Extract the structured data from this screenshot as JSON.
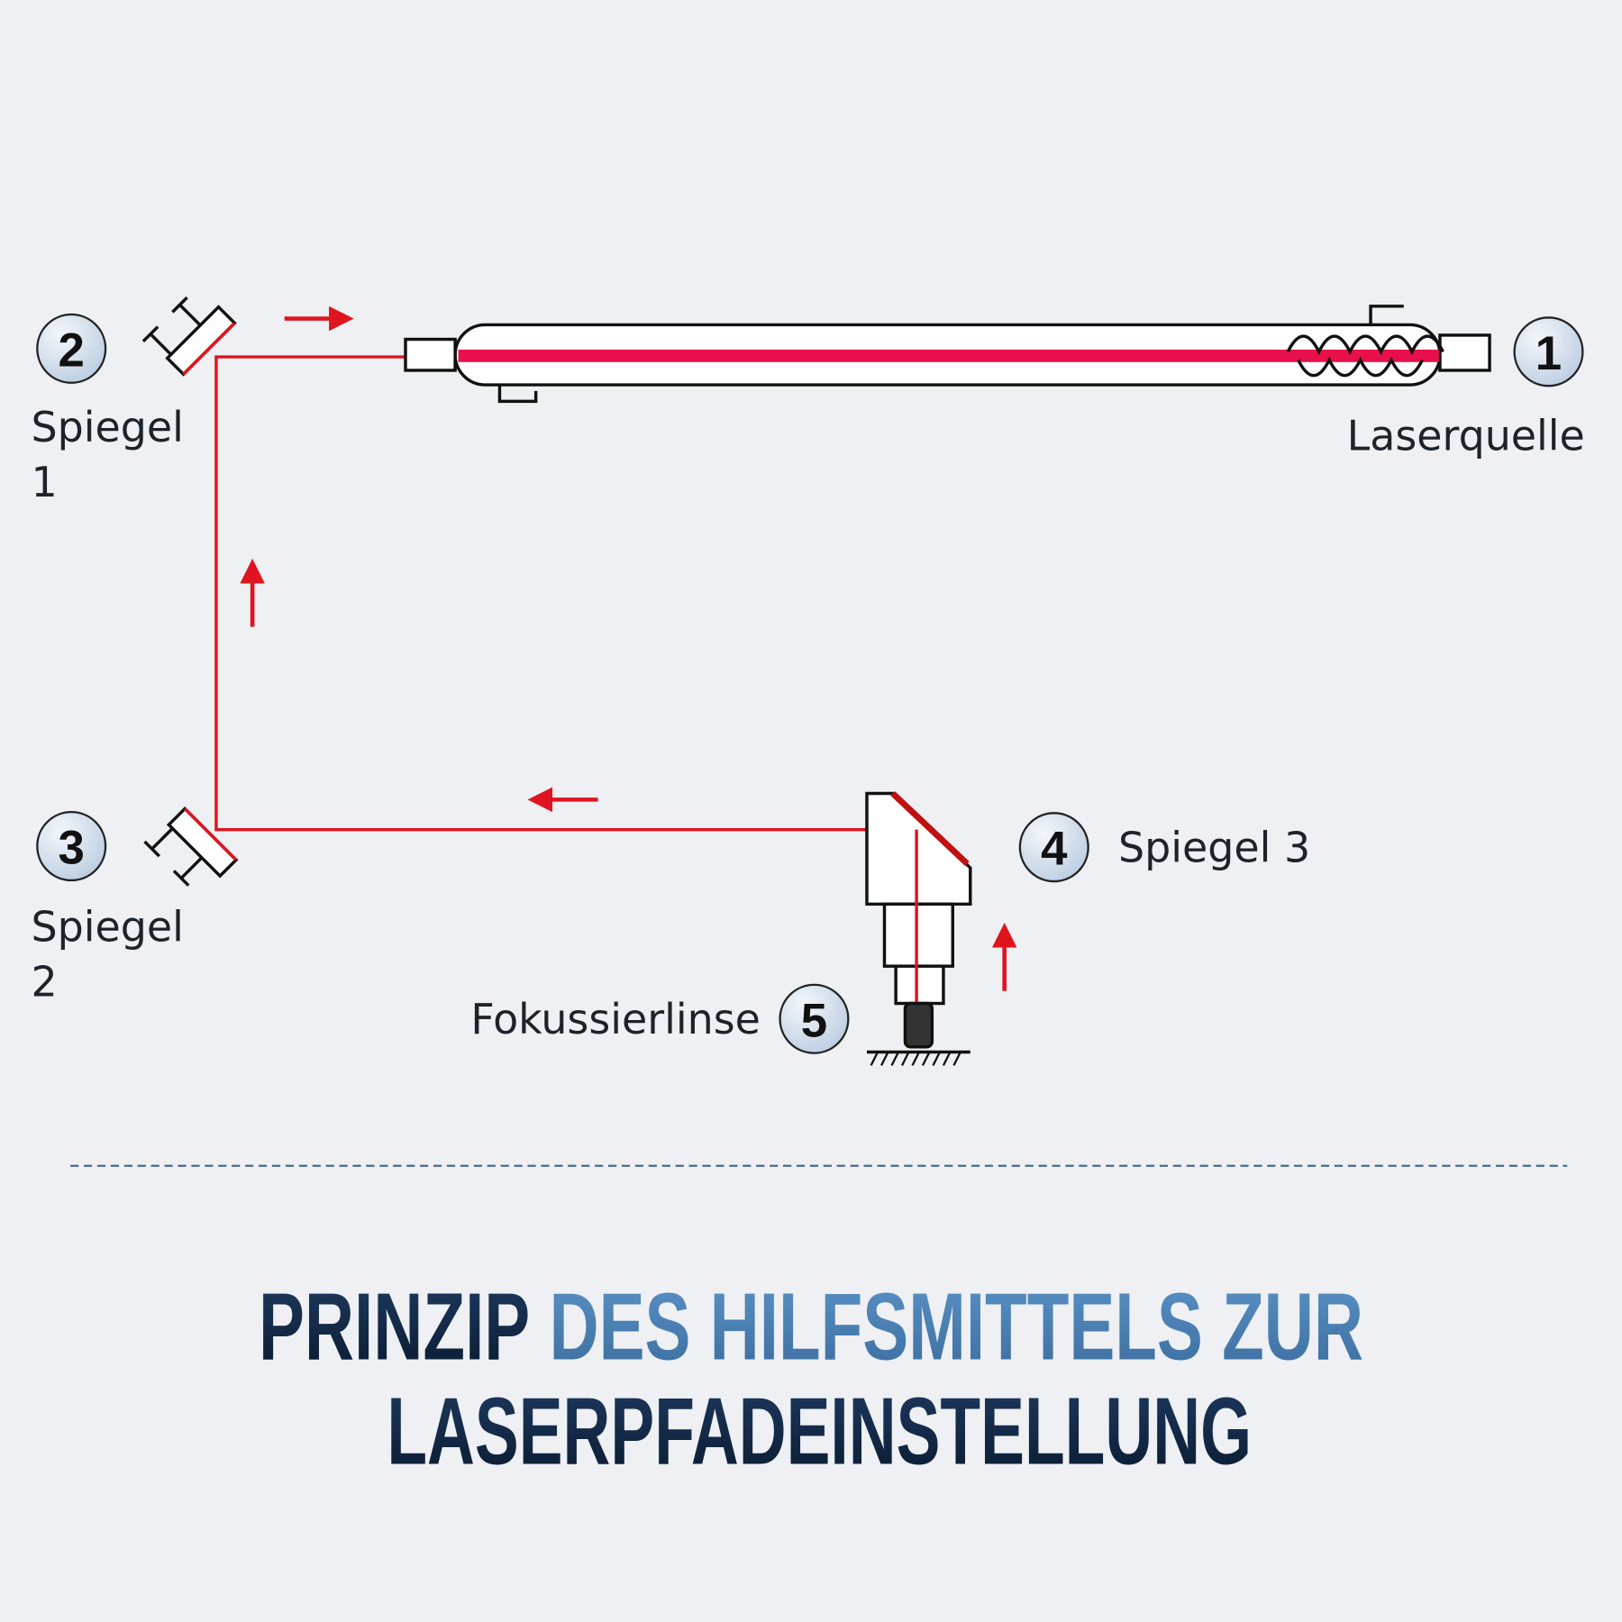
{
  "colors": {
    "beam": "#e0141e",
    "tube_core": "#e8104a",
    "title_dark": "#0f2440",
    "title_accent": "#4a7fb3",
    "circle_fill": "#d3dfec",
    "background": "#eef0f3"
  },
  "components": [
    {
      "number": "1",
      "label": "Laserquelle"
    },
    {
      "number": "2",
      "label_line1": "Spiegel",
      "label_line2": "1"
    },
    {
      "number": "3",
      "label_line1": "Spiegel",
      "label_line2": "2"
    },
    {
      "number": "4",
      "label": "Spiegel 3"
    },
    {
      "number": "5",
      "label": "Fokussierlinse"
    }
  ],
  "title": {
    "line1_part1": "PRINZIP",
    "line1_part2": "DES HILFSMITTELS ZUR",
    "line2": "LASERPFADEINSTELLUNG"
  }
}
